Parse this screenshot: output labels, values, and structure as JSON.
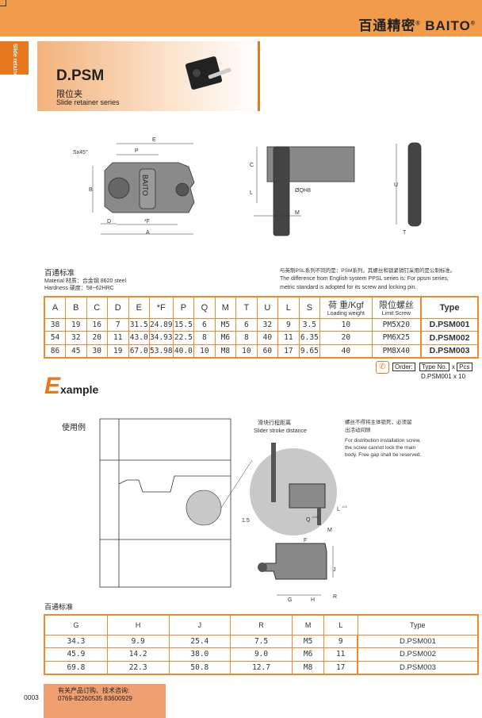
{
  "header": {
    "brand_cn": "百通精密",
    "brand_en": "BAITO"
  },
  "side_tab": "Slide retainer series",
  "product": {
    "title": "D.PSM",
    "name_cn": "限位夹",
    "name_en": "Slide retainer series"
  },
  "drawing_labels": {
    "E": "E",
    "P": "P",
    "S": "Sx45°",
    "B": "B",
    "D": "D",
    "F": "*F",
    "A": "A",
    "C": "C",
    "L": "L",
    "Q": "ØQH8",
    "M": "M",
    "U": "U",
    "T": "T",
    "logo": "BAITO"
  },
  "spec": {
    "heading": "百通标准",
    "material": "Material  材质：合金钢 8620 steel",
    "hardness": "Hardness 硬度：58~62HRC",
    "note_cn": "与英制PSL系列不同的是：PSM系列，其螺丝和锁紧销钉采用的是公制标准。",
    "note_en1": "The difference from English system PPSL series is: For ppsm series,",
    "note_en2": "metric standard is adopted for its screw and locking pin."
  },
  "table1": {
    "headers": [
      "A",
      "B",
      "C",
      "D",
      "E",
      "*F",
      "P",
      "Q",
      "M",
      "T",
      "U",
      "L",
      "S"
    ],
    "load_cn": "荷 重/Kgf",
    "load_en": "Loading weight",
    "screw_cn": "限位螺丝",
    "screw_en": "Limit Screw",
    "type": "Type",
    "rows": [
      [
        "38",
        "19",
        "16",
        "7",
        "31.5",
        "24.89",
        "15.5",
        "6",
        "M5",
        "6",
        "32",
        "9",
        "3.5",
        "10",
        "PM5X20",
        "D.PSM001"
      ],
      [
        "54",
        "32",
        "20",
        "11",
        "43.0",
        "34.93",
        "22.5",
        "8",
        "M6",
        "8",
        "40",
        "11",
        "6.35",
        "20",
        "PM6X25",
        "D.PSM002"
      ],
      [
        "86",
        "45",
        "30",
        "19",
        "67.0",
        "53.98",
        "40.0",
        "10",
        "M8",
        "10",
        "60",
        "17",
        "9.65",
        "40",
        "PM8X40",
        "D.PSM003"
      ]
    ]
  },
  "order": {
    "label": "Order:",
    "type_no": "Type No.",
    "x": "x",
    "pcs": "Pcs",
    "example": "D.PSM001 x 10"
  },
  "example": {
    "big": "E",
    "rest": "xample",
    "cn": "使用例",
    "stroke_cn": "滑块行程距离",
    "stroke_en": "Slider stroke distance",
    "warn_cn1": "螺丝不得将主体锁死，必须留",
    "warn_cn2": "出活动间隙",
    "warn_en1": "For distribution installation screw,",
    "warn_en2": "the screw cannot lock the main",
    "warn_en3": "body. Free gap shall be reserved.",
    "l_tol": "L",
    "l_sup": "-0.1",
    "q": "Q",
    "q_sup": "-0.01",
    "dim15": "1.5",
    "M": "M",
    "F": "F",
    "J": "J",
    "G": "G",
    "H": "H",
    "R": "R"
  },
  "table2": {
    "heading": "百通标准",
    "headers": [
      "G",
      "H",
      "J",
      "R",
      "M",
      "L",
      "Type"
    ],
    "rows": [
      [
        "34.3",
        "9.9",
        "25.4",
        "7.5",
        "M5",
        "9",
        "D.PSM001"
      ],
      [
        "45.9",
        "14.2",
        "38.0",
        "9.0",
        "M6",
        "11",
        "D.PSM002"
      ],
      [
        "69.8",
        "22.3",
        "50.8",
        "12.7",
        "M8",
        "17",
        "D.PSM003"
      ]
    ]
  },
  "footer": {
    "page": "0003",
    "line1": "有关产品订购、技术咨询:",
    "line2": "0769-82260535  83600929"
  },
  "colors": {
    "orange": "#f09c4a",
    "table_border": "#ee8a2c"
  }
}
